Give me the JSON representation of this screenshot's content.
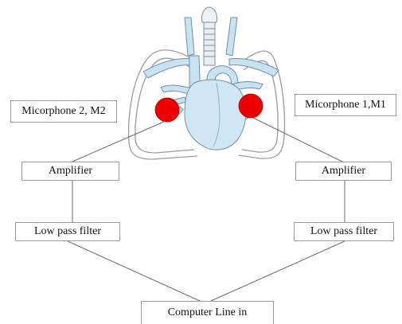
{
  "labels": {
    "mic2": "Micorphone 2, M2",
    "mic1": "Micorphone 1,M1",
    "amplifier_left": "Amplifier",
    "amplifier_right": "Amplifier",
    "lpf_left": "Low pass filter",
    "lpf_right": "Low pass filter",
    "computer": "Computer Line in"
  },
  "colors": {
    "microphone": "#ee0000",
    "heart": "#cfe7f5",
    "vessel": "#c8e2f2",
    "outline": "#6f8fa5",
    "lung_outline": "#999999",
    "wire": "#6b6b6b"
  }
}
